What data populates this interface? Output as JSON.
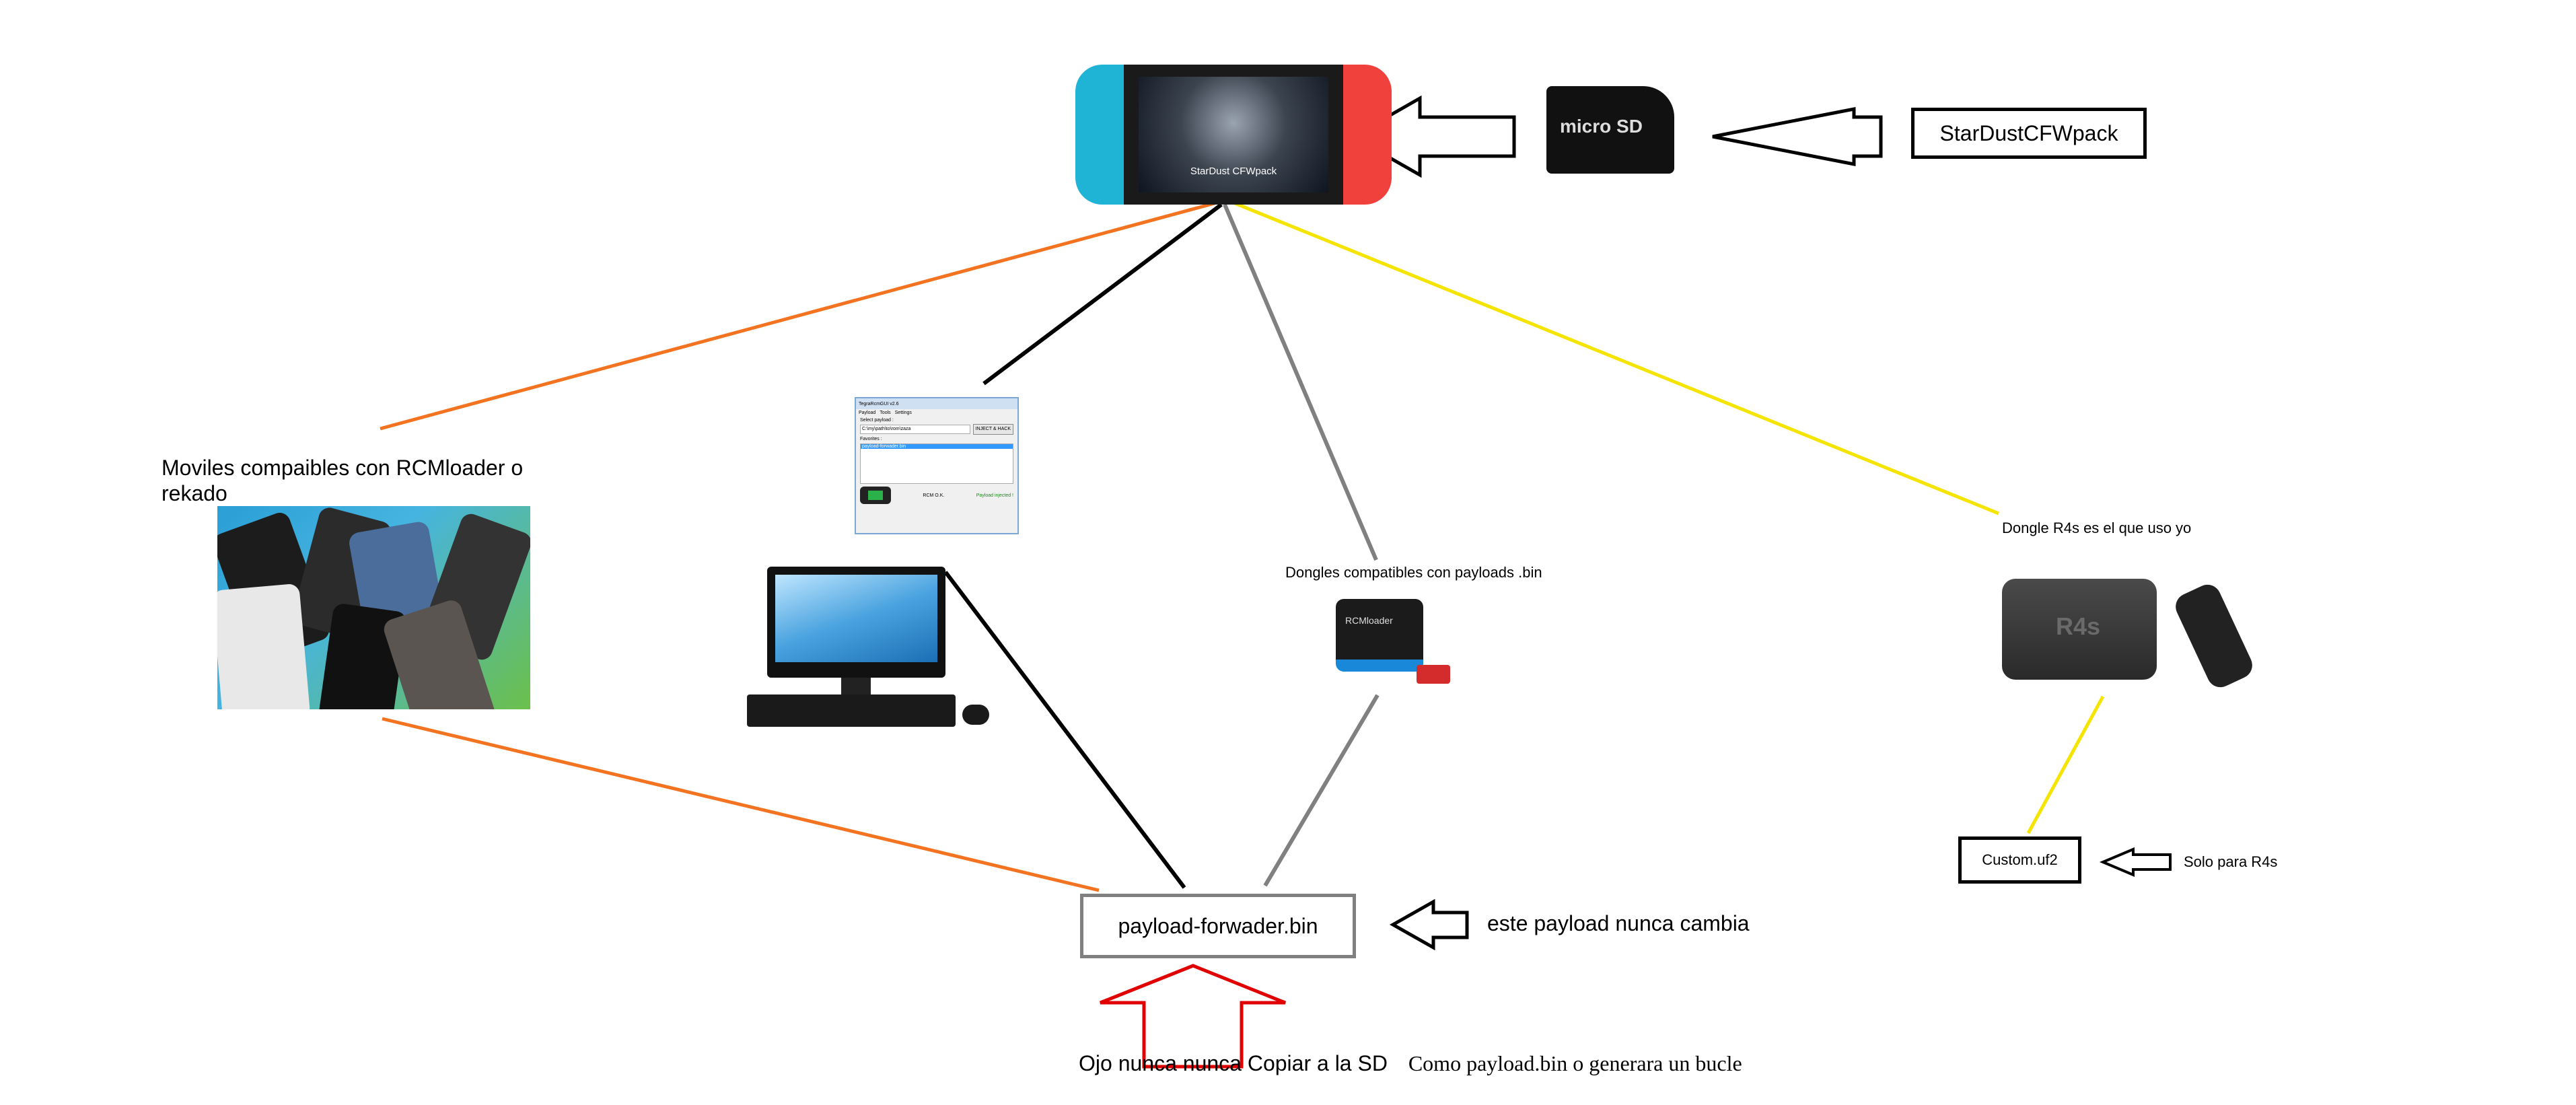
{
  "labels": {
    "stardust": "StarDustCFWpack",
    "phones_caption": "Moviles compaibles con RCMloader o rekado",
    "dongles_caption": "Dongles compatibles con payloads .bin",
    "r4s_caption": "Dongle R4s es el que uso yo",
    "payload": "payload-forwader.bin",
    "payload_note": "este payload nunca cambia",
    "custom_uf2": "Custom.uf2",
    "solo_r4s": "Solo para R4s",
    "warning_part1": "Ojo nunca nunca Copiar a la SD",
    "warning_part2": "Como payload.bin o generara un bucle",
    "switch_screen_text": "StarDust CFWpack",
    "sd_card_text": "micro SD",
    "rcm_device_text": "RCMloader",
    "r4s_device_text": "R4s"
  },
  "app_window": {
    "title": "TegraRcmGUI v2.6",
    "tabs": [
      "Payload",
      "Tools",
      "Settings"
    ],
    "select_payload_label": "Select payload :",
    "payload_path": "C:\\my\\path\\to\\rom\\zaza",
    "inject_button": "INJECT & HACK",
    "favorites_label": "Favorites :",
    "favorite_item": "payload-forwader.bin",
    "status_text": "Payload injected !",
    "rcm_status": "RCM O.K."
  },
  "colors": {
    "orange_wire": "#f37321",
    "black_wire": "#000000",
    "gray_wire": "#808080",
    "yellow_wire": "#f5e400",
    "warning_arrow": "#e00000",
    "joycon_left": "#1fb4d6",
    "joycon_right": "#f0413c"
  }
}
